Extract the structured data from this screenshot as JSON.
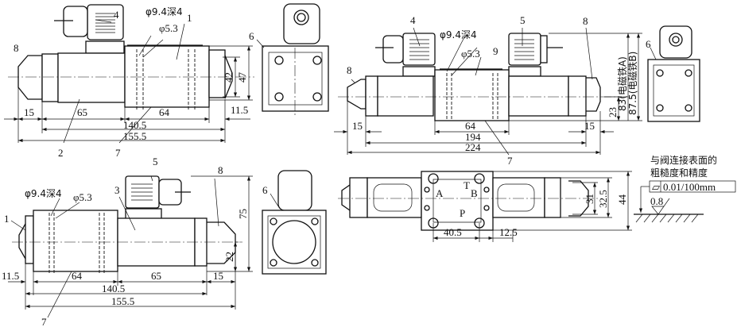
{
  "views": {
    "single_a": {
      "parts": [
        "8",
        "4",
        "1",
        "2",
        "7"
      ],
      "holes": [
        "φ9.4深4",
        "φ5.3"
      ],
      "dims": [
        "15",
        "65",
        "64",
        "11.5",
        "140.5",
        "155.5",
        "42",
        "47"
      ]
    },
    "side_a": {
      "parts": [
        "6"
      ]
    },
    "double": {
      "parts": [
        "8",
        "4",
        "5",
        "9",
        "8",
        "7"
      ],
      "holes": [
        "φ9.4深4",
        "φ5.3"
      ],
      "dims": [
        "15",
        "64",
        "15",
        "194",
        "224",
        "23",
        "83(电磁铁A)",
        "87.5(电磁铁B)"
      ]
    },
    "side_b": {
      "parts": [
        "6"
      ]
    },
    "single_b": {
      "parts": [
        "1",
        "5",
        "3",
        "8",
        "7"
      ],
      "holes": [
        "φ9.4深4",
        "φ5.3"
      ],
      "dims": [
        "11.5",
        "64",
        "65",
        "15",
        "140.5",
        "155.5",
        "75",
        "22"
      ]
    },
    "side_c": {
      "parts": [
        "6"
      ]
    },
    "plan": {
      "ports": [
        "A",
        "T",
        "B",
        "P"
      ],
      "dims": [
        "40.5",
        "12.5",
        "31",
        "32.5",
        "44"
      ]
    }
  },
  "note": {
    "line1": "与阀连接表面的",
    "line2": "粗糙度和精度",
    "flatness_symbol": "▱",
    "tolerance": "0.01/100mm",
    "roughness": "0.8"
  }
}
